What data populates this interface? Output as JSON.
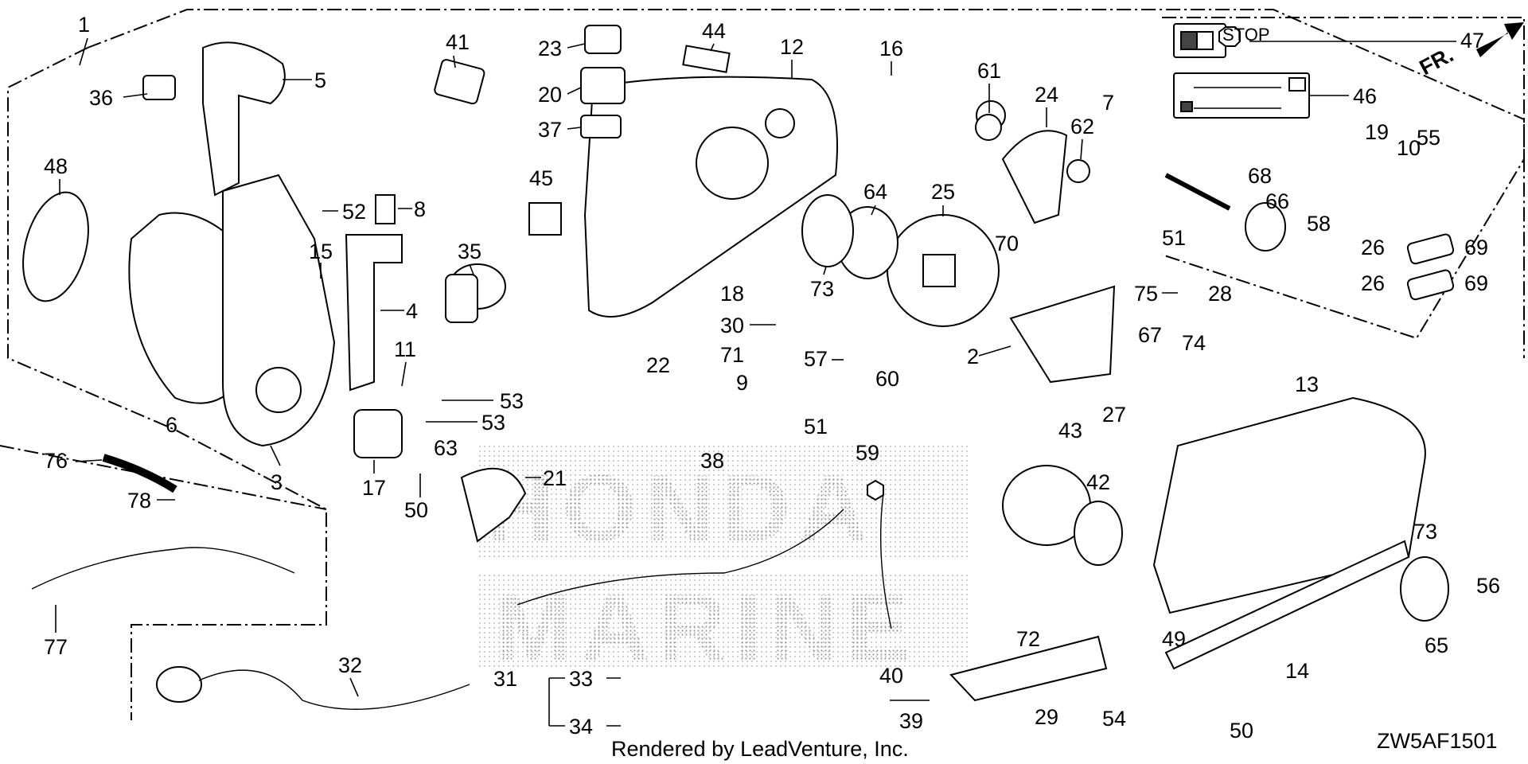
{
  "diagram": {
    "diagram_code": "ZW5AF1501",
    "footer_credit": "Rendered by LeadVenture, Inc.",
    "direction_label": "FR.",
    "watermark": {
      "line1": "HONDA",
      "line2": "MARINE"
    },
    "callouts": {
      "p1": "1",
      "p2": "2",
      "p3": "3",
      "p4": "4",
      "p5": "5",
      "p6": "6",
      "p7": "7",
      "p8": "8",
      "p9": "9",
      "p10": "10",
      "p11": "11",
      "p12": "12",
      "p13": "13",
      "p14": "14",
      "p15": "15",
      "p16": "16",
      "p17": "17",
      "p18": "18",
      "p19": "19",
      "p20": "20",
      "p21": "21",
      "p22": "22",
      "p23": "23",
      "p24": "24",
      "p25": "25",
      "p26a": "26",
      "p26b": "26",
      "p27": "27",
      "p28": "28",
      "p29": "29",
      "p30": "30",
      "p31": "31",
      "p32": "32",
      "p33": "33",
      "p34": "34",
      "p35": "35",
      "p36": "36",
      "p37": "37",
      "p38": "38",
      "p39": "39",
      "p40": "40",
      "p41": "41",
      "p42": "42",
      "p43": "43",
      "p44": "44",
      "p45": "45",
      "p46": "46",
      "p47": "47",
      "p48": "48",
      "p49": "49",
      "p50a": "50",
      "p50b": "50",
      "p51a": "51",
      "p51b": "51",
      "p52": "52",
      "p53a": "53",
      "p53b": "53",
      "p54": "54",
      "p55": "55",
      "p56": "56",
      "p57": "57",
      "p58": "58",
      "p59": "59",
      "p60": "60",
      "p61": "61",
      "p62": "62",
      "p63": "63",
      "p64": "64",
      "p65": "65",
      "p66": "66",
      "p67": "67",
      "p68": "68",
      "p69a": "69",
      "p69b": "69",
      "p70": "70",
      "p71": "71",
      "p72": "72",
      "p73a": "73",
      "p73b": "73",
      "p74": "74",
      "p75": "75",
      "p76": "76",
      "p77": "77",
      "p78": "78"
    },
    "icons": {
      "manual": "book-icon",
      "stop": "stop-icon",
      "arrow": "front-arrow-icon"
    },
    "stop_text": "STOP"
  }
}
